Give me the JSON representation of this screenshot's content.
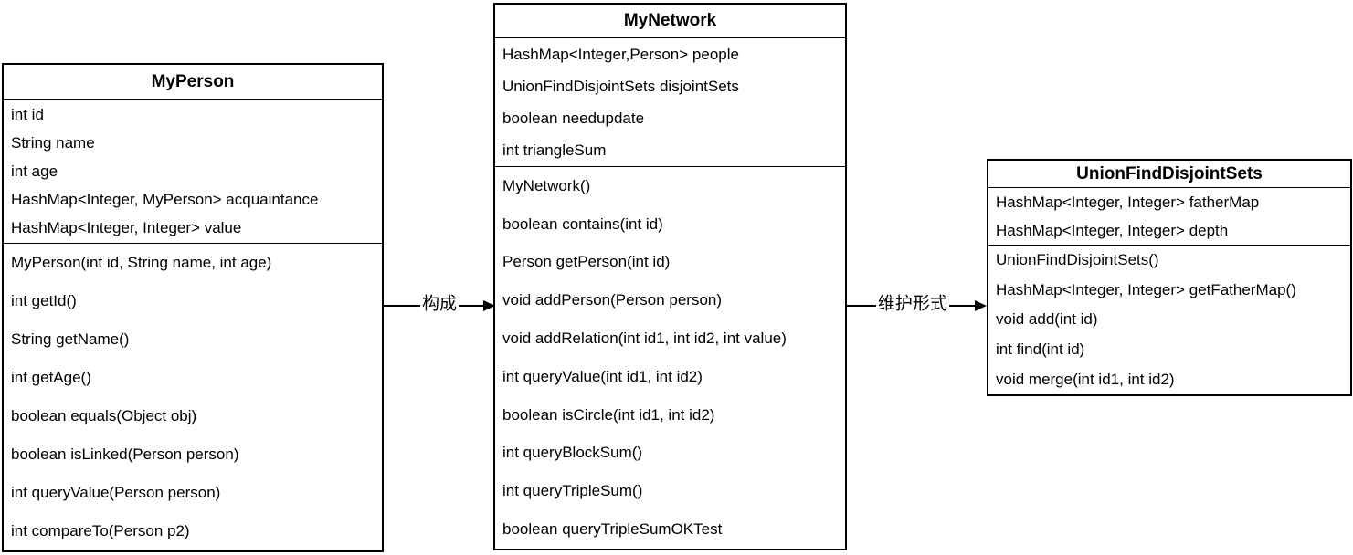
{
  "classes": [
    {
      "name": "MyPerson",
      "fields": [
        "int id",
        "String name",
        "int age",
        "HashMap<Integer, MyPerson> acquaintance",
        "HashMap<Integer, Integer> value"
      ],
      "methods": [
        "MyPerson(int id, String name, int age)",
        "int getId()",
        "String getName()",
        "int getAge()",
        "boolean equals(Object obj)",
        "boolean isLinked(Person person)",
        "int queryValue(Person person)",
        "int compareTo(Person p2)"
      ]
    },
    {
      "name": "MyNetwork",
      "fields": [
        "HashMap<Integer,Person> people",
        "UnionFindDisjointSets disjointSets",
        "boolean needupdate",
        "int triangleSum"
      ],
      "methods": [
        "MyNetwork()",
        "boolean contains(int id)",
        "Person getPerson(int id)",
        "void addPerson(Person person)",
        "void addRelation(int id1, int id2, int value)",
        "int queryValue(int id1, int id2)",
        "boolean isCircle(int id1, int id2)",
        "int queryBlockSum()",
        "int queryTripleSum()",
        "boolean queryTripleSumOKTest"
      ]
    },
    {
      "name": "UnionFindDisjointSets",
      "fields": [
        "HashMap<Integer, Integer> fatherMap",
        "HashMap<Integer, Integer> depth"
      ],
      "methods": [
        "UnionFindDisjointSets()",
        "HashMap<Integer, Integer> getFatherMap()",
        "void add(int id)",
        "int find(int id)",
        "void merge(int id1, int id2)"
      ]
    }
  ],
  "relations": [
    {
      "from": "MyPerson",
      "to": "MyNetwork",
      "label": "构成"
    },
    {
      "from": "MyNetwork",
      "to": "UnionFindDisjointSets",
      "label": "维护形式"
    }
  ],
  "colors": {
    "line": "#000000",
    "text": "#000000",
    "background": "#ffffff"
  }
}
